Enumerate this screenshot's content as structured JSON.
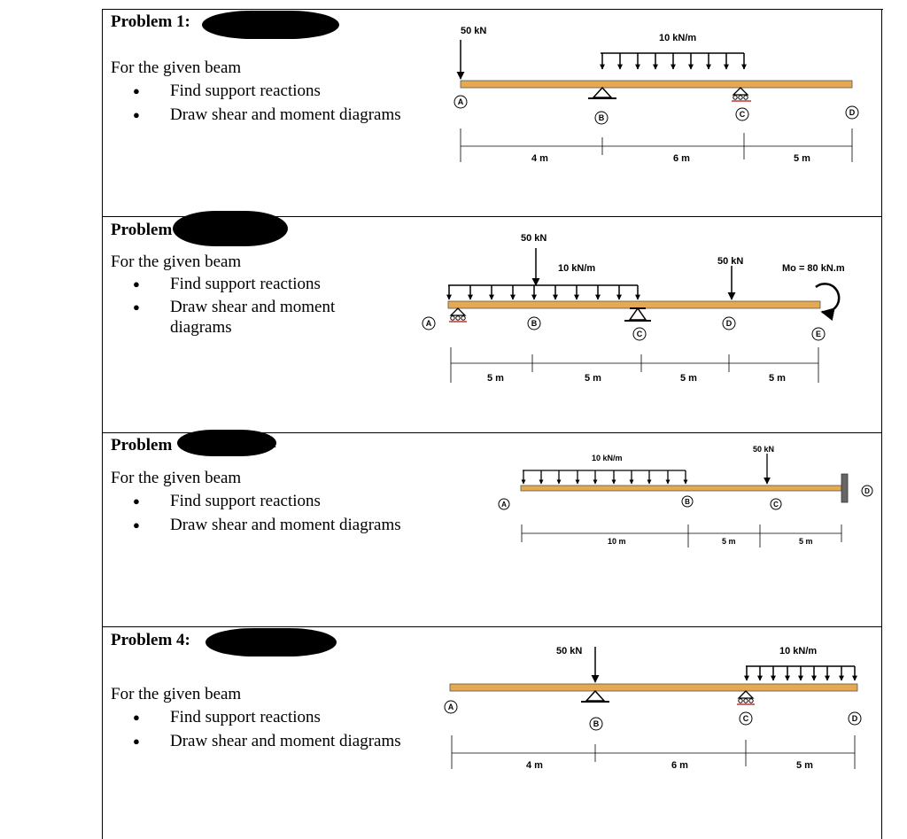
{
  "problems": [
    {
      "title": "Problem 1:",
      "intro": "For the given beam",
      "tasks": [
        "Find support reactions",
        "Draw shear and moment diagrams"
      ],
      "diagram": {
        "point_load": "50 kN",
        "distributed_load": "10 kN/m",
        "points": [
          "A",
          "B",
          "C",
          "D"
        ],
        "spans": [
          "4 m",
          "6 m",
          "5 m"
        ]
      }
    },
    {
      "title": "Problem",
      "intro": "For the given beam",
      "tasks": [
        "Find support reactions",
        "Draw shear and moment",
        "diagrams"
      ],
      "diagram": {
        "point_load_1": "50 kN",
        "distributed_load": "10 kN/m",
        "point_load_2": "50 kN",
        "moment": "Mo = 80 kN.m",
        "points": [
          "A",
          "B",
          "C",
          "D",
          "E"
        ],
        "spans": [
          "5 m",
          "5 m",
          "5 m",
          "5 m"
        ]
      }
    },
    {
      "title": "Problem",
      "title_tail": "t",
      "intro": "For the given beam",
      "tasks": [
        "Find support reactions",
        "Draw shear and moment diagrams"
      ],
      "diagram": {
        "distributed_load": "10 kN/m",
        "point_load": "50 kN",
        "points": [
          "A",
          "B",
          "C",
          "D"
        ],
        "spans": [
          "10 m",
          "5 m",
          "5 m"
        ]
      }
    },
    {
      "title": "Problem 4:",
      "intro": "For the given beam",
      "tasks": [
        "Find support reactions",
        "Draw shear and moment diagrams"
      ],
      "diagram": {
        "point_load": "50 kN",
        "distributed_load": "10 kN/m",
        "points": [
          "A",
          "B",
          "C",
          "D"
        ],
        "spans": [
          "4 m",
          "6 m",
          "5 m"
        ]
      }
    }
  ],
  "colors": {
    "beam": "#e7a94f",
    "support_line": "#c0392b",
    "wall": "#666666"
  }
}
